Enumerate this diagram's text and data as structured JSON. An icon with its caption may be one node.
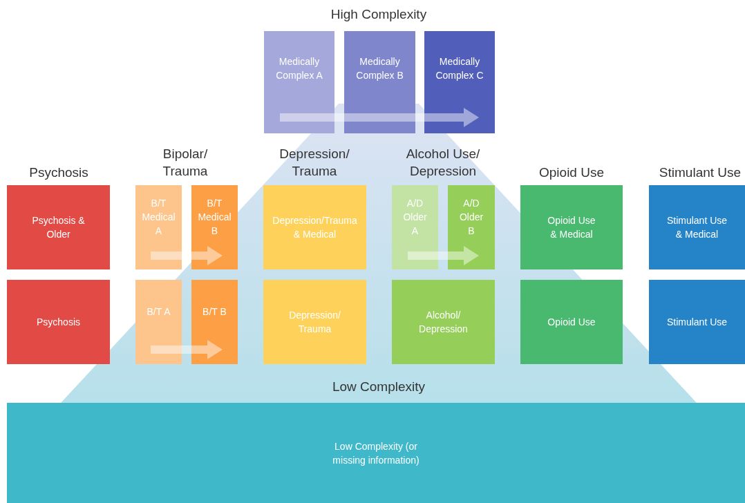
{
  "diagram": {
    "nodes": [
      {
        "text": [
          "Medically Complex A"
        ]
      },
      {
        "text": [
          "Medically Complex B"
        ]
      },
      {
        "text": [
          "Medically Complex C"
        ]
      },
      {
        "text": [
          "Psychosis & Older"
        ]
      },
      {
        "text": [
          "B/T Medical A"
        ]
      },
      {
        "text": [
          "B/T Medical B"
        ]
      },
      {
        "text": [
          "Depression/Trauma & Medical"
        ]
      },
      {
        "text": [
          "A/D Older A"
        ]
      },
      {
        "text": [
          "A/D Older B"
        ]
      },
      {
        "text": [
          "Opioid Use & Medical"
        ]
      },
      {
        "text": [
          "Stimulant Use & Medical"
        ]
      },
      {
        "text": [
          "Psychosis"
        ]
      },
      {
        "text": [
          "B/T A"
        ]
      },
      {
        "text": [
          "B/T B"
        ]
      },
      {
        "text": [
          "Depression/ Trauma"
        ]
      },
      {
        "text": [
          "Alcohol/ Depression"
        ]
      },
      {
        "text": [
          "Opioid Use"
        ]
      },
      {
        "text": [
          "Stimulant Use"
        ]
      },
      {
        "text": [
          "Low Complexity (or missing information)"
        ]
      }
    ],
    "edges": [
      {
        "from": 0,
        "to": 2,
        "arrow": "to"
      },
      {
        "from": 4,
        "to": 5,
        "arrow": "to"
      },
      {
        "from": 7,
        "to": 8,
        "arrow": "to"
      },
      {
        "from": 12,
        "to": 13,
        "arrow": "to"
      }
    ],
    "labels": [
      "High Complexity",
      "Psychosis",
      "Bipolar/ Trauma",
      "Depression/ Trauma",
      "Alcohol Use/ Depression",
      "Opioid Use",
      "Stimulant Use",
      "Low Complexity"
    ]
  }
}
